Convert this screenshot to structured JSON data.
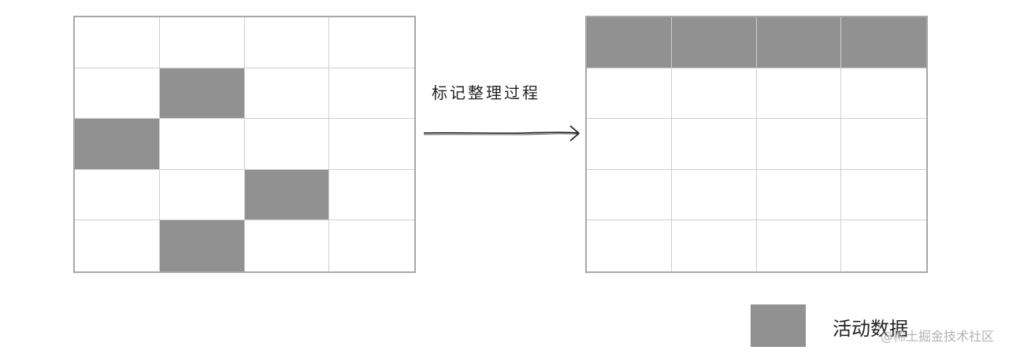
{
  "process_label": "标记整理过程",
  "legend": {
    "label": "活动数据",
    "color": "#919191"
  },
  "watermark": "@稀土掘金技术社区",
  "colors": {
    "grid_border": "#a8a8a8",
    "cell_line": "#cfcfcf",
    "active": "#919191"
  },
  "grids": {
    "before": {
      "rows": 5,
      "cols": 4,
      "active_cells": [
        [
          1,
          1
        ],
        [
          2,
          0
        ],
        [
          3,
          2
        ],
        [
          4,
          1
        ]
      ]
    },
    "after": {
      "rows": 5,
      "cols": 4,
      "active_cells": [
        [
          0,
          0
        ],
        [
          0,
          1
        ],
        [
          0,
          2
        ],
        [
          0,
          3
        ]
      ]
    }
  }
}
